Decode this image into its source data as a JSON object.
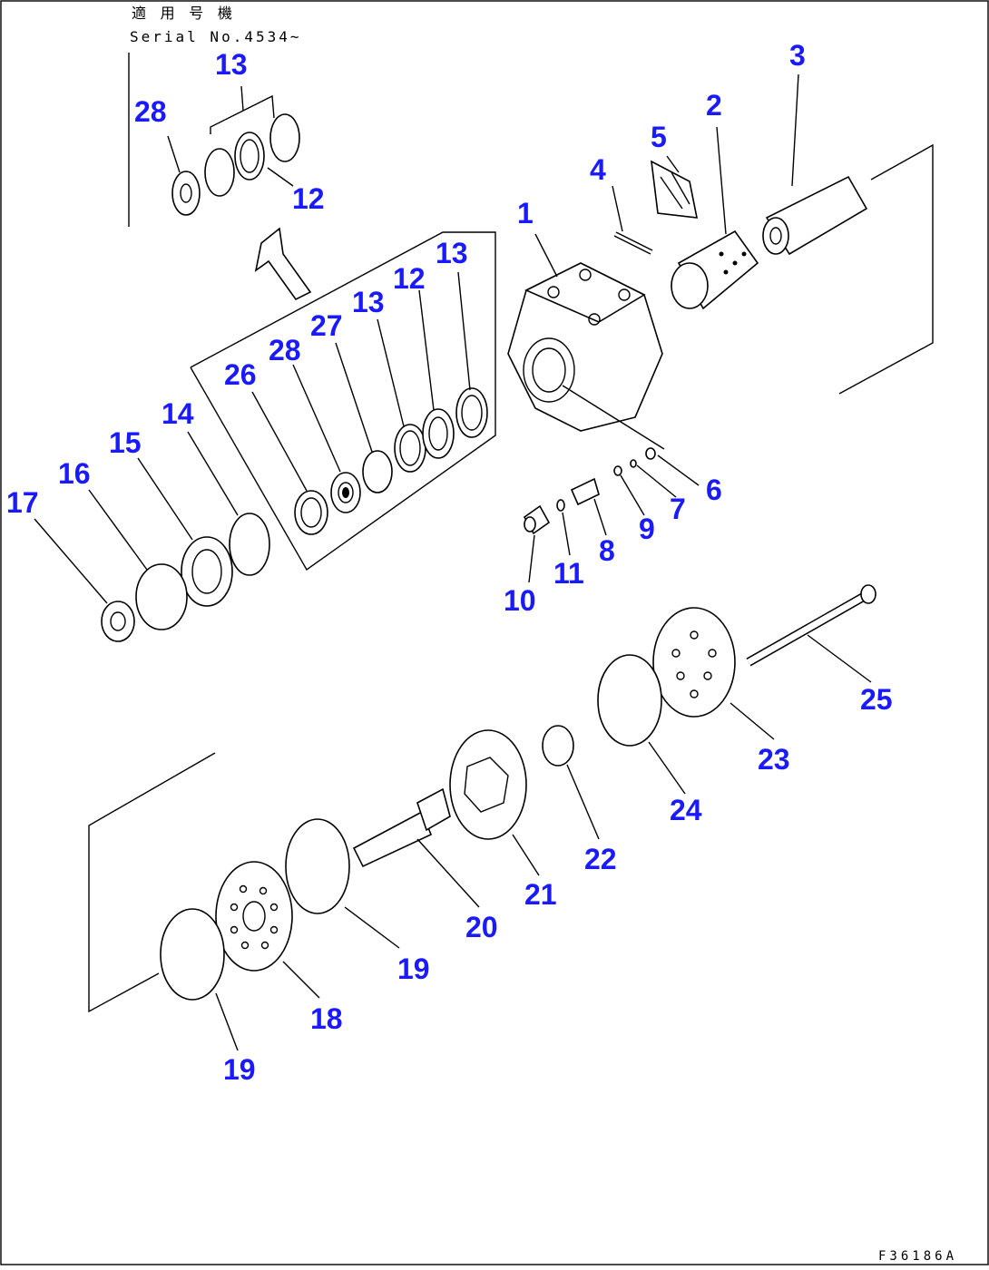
{
  "header": {
    "note_line1": "適 用 号 機",
    "note_line2": "Serial No.4534~"
  },
  "figure_code": "F36186A",
  "callouts": {
    "c1": "1",
    "c2": "2",
    "c3": "3",
    "c4": "4",
    "c5": "5",
    "c6": "6",
    "c7": "7",
    "c8": "8",
    "c9": "9",
    "c10": "10",
    "c11": "11",
    "c12a": "12",
    "c12b": "12",
    "c13a": "13",
    "c13b": "13",
    "c13c": "13",
    "c14": "14",
    "c15": "15",
    "c16": "16",
    "c17": "17",
    "c18": "18",
    "c19a": "19",
    "c19b": "19",
    "c20": "20",
    "c21": "21",
    "c22": "22",
    "c23": "23",
    "c24": "24",
    "c25": "25",
    "c26": "26",
    "c27": "27",
    "c28a": "28",
    "c28b": "28"
  },
  "colors": {
    "callout": "#1a1aff",
    "lines": "#000000",
    "background": "#ffffff"
  }
}
